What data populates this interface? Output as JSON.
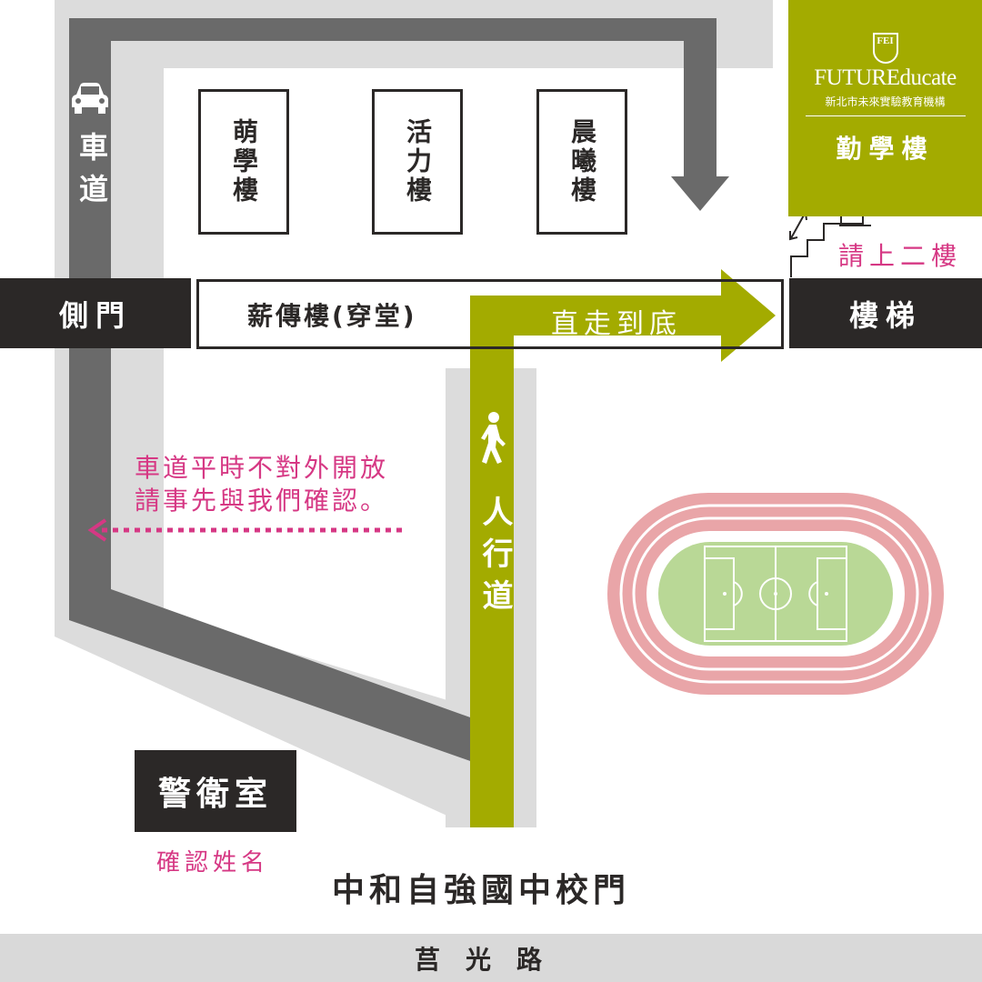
{
  "colors": {
    "dark": "#2b2827",
    "olive": "#a3ab00",
    "road": "#6a6a6a",
    "shadow": "#dcdcdc",
    "pink": "#d63884",
    "track": "#e9a5a8",
    "field": "#b9d896",
    "street": "#d9d9d9"
  },
  "labels": {
    "driveway": "車道",
    "side_gate": "側門",
    "pass_through": "薪傳樓(穿堂)",
    "go_straight": "直走到底",
    "stairs": "樓梯",
    "upstairs": "請上二樓",
    "sidewalk": "人行道",
    "notice_line1": "車道平時不對外開放",
    "notice_line2": "請事先與我們確認。",
    "guard_room": "警衛室",
    "confirm_name": "確認姓名",
    "school_gate": "中和自強國中校門",
    "street": "莒光路"
  },
  "buildings": [
    {
      "name": "萌學樓"
    },
    {
      "name": "活力樓"
    },
    {
      "name": "晨曦樓"
    }
  ],
  "brand": {
    "crest": "FEI",
    "name": "FUTUREducate",
    "subtitle": "新北市未來實驗教育機構",
    "building": "勤學樓"
  },
  "icons": [
    "car-icon",
    "pedestrian-icon",
    "stairs-icon",
    "door-icon",
    "soccer-field-icon"
  ]
}
